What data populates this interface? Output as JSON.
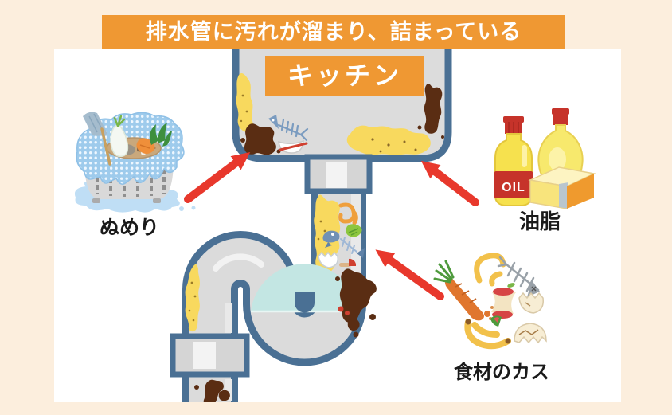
{
  "banner": {
    "text": "排水管に汚れが溜まり、詰まっている"
  },
  "sink": {
    "label": "キッチン"
  },
  "causes": [
    {
      "id": "numeri",
      "label": "ぬめり",
      "icon": "drain-strainer-illustration"
    },
    {
      "id": "yushi",
      "label": "油脂",
      "icon": "oil-bottles-butter-illustration",
      "bottle_label": "OIL"
    },
    {
      "id": "scraps",
      "label": "食材のカス",
      "icon": "food-scraps-illustration"
    }
  ],
  "colors": {
    "page_bg": "#fceedd",
    "panel_bg": "#ffffff",
    "accent_orange": "#ef9833",
    "pipe_border": "#4a7094",
    "pipe_fill": "#dbdbdb",
    "water": "#c3e6e3",
    "grease_yellow": "#f8d95e",
    "grime_brown": "#5a2d13",
    "arrow_red": "#e8382c",
    "label_text": "#1a1a1a"
  }
}
